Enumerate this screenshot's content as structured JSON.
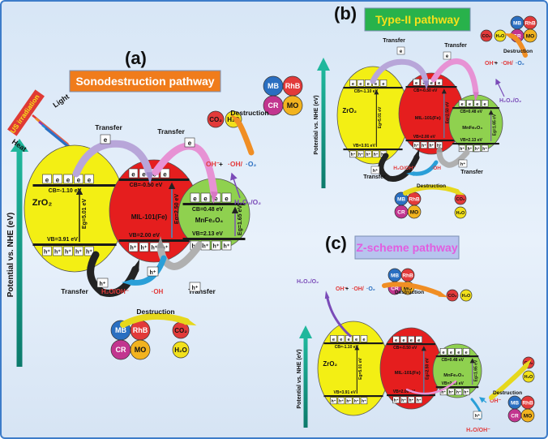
{
  "panels": {
    "a": {
      "letter": "(a)",
      "title": "Sonodestruction pathway",
      "title_bg": "#f07c1b",
      "title_color": "#ffffff"
    },
    "b": {
      "letter": "(b)",
      "title": "Type-II pathway",
      "title_bg": "#28b24b",
      "title_color": "#f5e11b"
    },
    "c": {
      "letter": "(c)",
      "title": "Z-scheme pathway",
      "title_bg": "#b7c4ee",
      "title_color": "#e25de0"
    }
  },
  "axis_label": "Potential vs. NHE (eV)",
  "us_irradiation": "US irradiation",
  "light": "Light",
  "heat": "Heat",
  "transfer": "Transfer",
  "destruction": "Destruction",
  "electron": "e",
  "hole": "h",
  "hplus": "h⁺",
  "eminus": "e⁻",
  "ohm": "OH⁻",
  "oh_radical": "·OH",
  "h2o_ohm": "H₂O/OH⁻",
  "h2o2_o2": "H₂O₂/O₂",
  "oh_radicals_line": [
    "OH⁻",
    " + ",
    "·OH/",
    "·O₂"
  ],
  "zro2": {
    "name": "ZrO₂",
    "cb": "CB=-1.10 eV",
    "vb": "VB=3.91 eV",
    "eg": "Eg=5.01 eV"
  },
  "mil": {
    "name": "MIL-101(Fe)",
    "cb": "CB=-0.50 eV",
    "vb": "VB=2.00 eV",
    "eg": "Eg=2.50 eV"
  },
  "mnfe": {
    "name": "MnFe₂O₄",
    "cb": "CB=0.48 eV",
    "vb": "VB=2.13 eV",
    "eg": "Eg=1.65 eV"
  },
  "pollutants": [
    {
      "label": "MB",
      "color": "#2a6fc1"
    },
    {
      "label": "RhB",
      "color": "#e23a3a"
    },
    {
      "label": "CR",
      "color": "#c2358f"
    },
    {
      "label": "MO",
      "color": "#f2b31f"
    }
  ],
  "products": [
    {
      "label": "CO₂",
      "color": "#e23a3a"
    },
    {
      "label": "H₂O",
      "color": "#f2e11b"
    }
  ],
  "colors": {
    "zro2": "#f3ef14",
    "mil": "#e51e1e",
    "mnfe": "#8fd14f",
    "band": "#1a1a1a",
    "frame": "#3d7cc9"
  }
}
